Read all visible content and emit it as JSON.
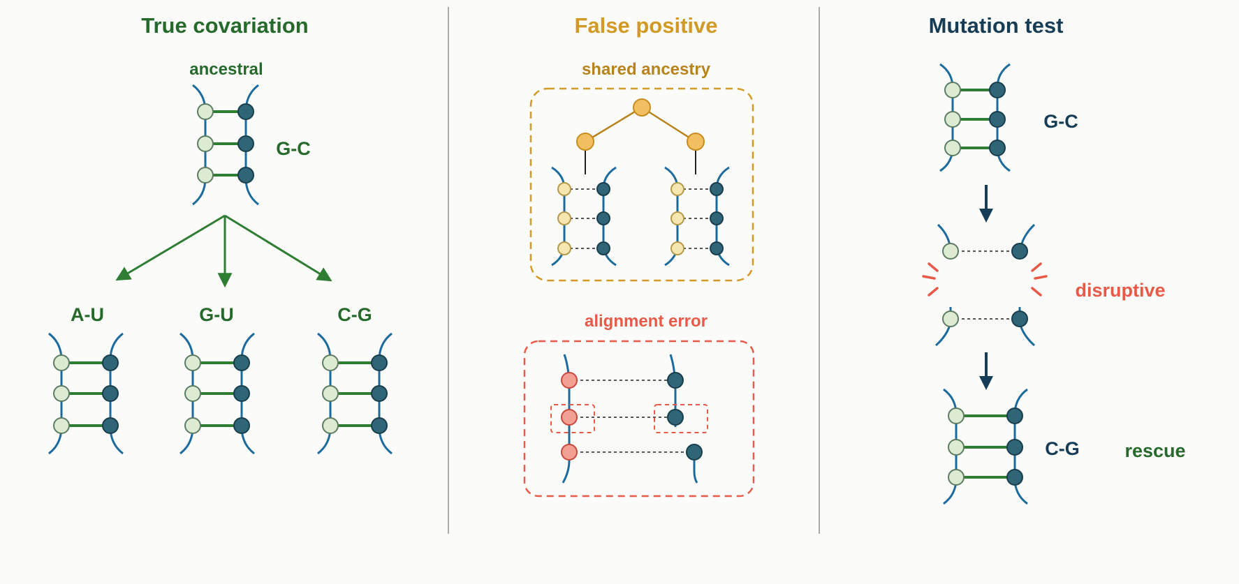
{
  "colors": {
    "green": "#2e7d32",
    "green_text": "#25692b",
    "amber": "#d29a24",
    "amber_text": "#b7831a",
    "navy": "#163d55",
    "red": "#e85a47",
    "strand": "#1b6b9e",
    "node_dark": "#2f6577",
    "node_light": "#dcebd2",
    "node_pale_yellow": "#f6e7b0",
    "node_orange": "#f2c063",
    "node_red": "#f2a093",
    "divider": "#aaaaaa"
  },
  "panels": {
    "true_covariation": {
      "title": "True covariation",
      "ancestral_label": "ancestral",
      "ancestral_pair": "G-C",
      "children": [
        {
          "pair": "A-U"
        },
        {
          "pair": "G-U"
        },
        {
          "pair": "C-G"
        }
      ]
    },
    "false_positive": {
      "title": "False positive",
      "shared_label": "shared ancestry",
      "alignment_label": "alignment error"
    },
    "mutation_test": {
      "title": "Mutation test",
      "step1_pair": "G-C",
      "step2_label": "disruptive",
      "step3_pair": "C-G",
      "step3_label": "rescue"
    }
  }
}
